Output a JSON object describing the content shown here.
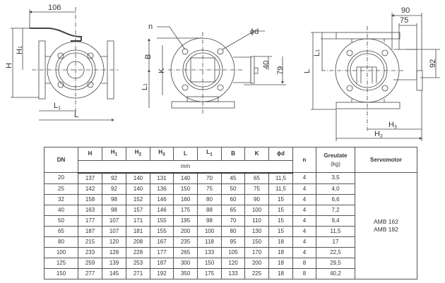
{
  "drawings": {
    "view1": {
      "dim_handle": "106",
      "H": "H",
      "H1": "H",
      "H1_sub": "1",
      "L": "L",
      "L1": "L",
      "L1_sub": "1"
    },
    "view2": {
      "n": "n",
      "phid": "ϕd",
      "B": "B",
      "K": "K",
      "L1": "L",
      "L1_sub": "1",
      "d40": "40",
      "d79": "79"
    },
    "view3": {
      "d90": "90",
      "d75": "75",
      "d92": "92",
      "L": "L",
      "L1": "L",
      "L1_sub": "1",
      "H3": "H",
      "H3_sub": "3",
      "H2": "H",
      "H2_sub": "2"
    }
  },
  "table": {
    "headers": {
      "dn": "DN",
      "h": "H",
      "h1": "H",
      "h1_sub": "1",
      "h2": "H",
      "h2_sub": "2",
      "h3": "H",
      "h3_sub": "3",
      "l": "L",
      "l1": "L",
      "l1_sub": "1",
      "b": "B",
      "k": "K",
      "phid": "ϕd",
      "n": "n",
      "weight": "Greutate",
      "weight_unit": "(kg)",
      "servo": "Servomotor",
      "unit": "mm"
    },
    "servomotor": [
      "AMB 162",
      "AMB 182"
    ],
    "rows": [
      [
        "20",
        "137",
        "92",
        "140",
        "131",
        "140",
        "70",
        "45",
        "65",
        "11,5",
        "4",
        "3,5"
      ],
      [
        "25",
        "142",
        "92",
        "140",
        "136",
        "150",
        "75",
        "50",
        "75",
        "11,5",
        "4",
        "4,0"
      ],
      [
        "32",
        "158",
        "98",
        "152",
        "146",
        "160",
        "80",
        "60",
        "90",
        "15",
        "4",
        "6,6"
      ],
      [
        "40",
        "163",
        "98",
        "157",
        "146",
        "175",
        "88",
        "65",
        "100",
        "15",
        "4",
        "7,2"
      ],
      [
        "50",
        "177",
        "107",
        "171",
        "155",
        "195",
        "98",
        "70",
        "110",
        "15",
        "4",
        "9,4"
      ],
      [
        "65",
        "187",
        "107",
        "181",
        "155",
        "200",
        "100",
        "80",
        "130",
        "15",
        "4",
        "11,5"
      ],
      [
        "80",
        "215",
        "120",
        "208",
        "167",
        "235",
        "118",
        "95",
        "150",
        "18",
        "4",
        "17"
      ],
      [
        "100",
        "233",
        "128",
        "228",
        "177",
        "265",
        "133",
        "105",
        "170",
        "18",
        "4",
        "22,5"
      ],
      [
        "125",
        "259",
        "139",
        "253",
        "187",
        "300",
        "150",
        "120",
        "200",
        "18",
        "8",
        "29,5"
      ],
      [
        "150",
        "277",
        "145",
        "271",
        "192",
        "350",
        "175",
        "133",
        "225",
        "18",
        "8",
        "40,2"
      ]
    ]
  }
}
